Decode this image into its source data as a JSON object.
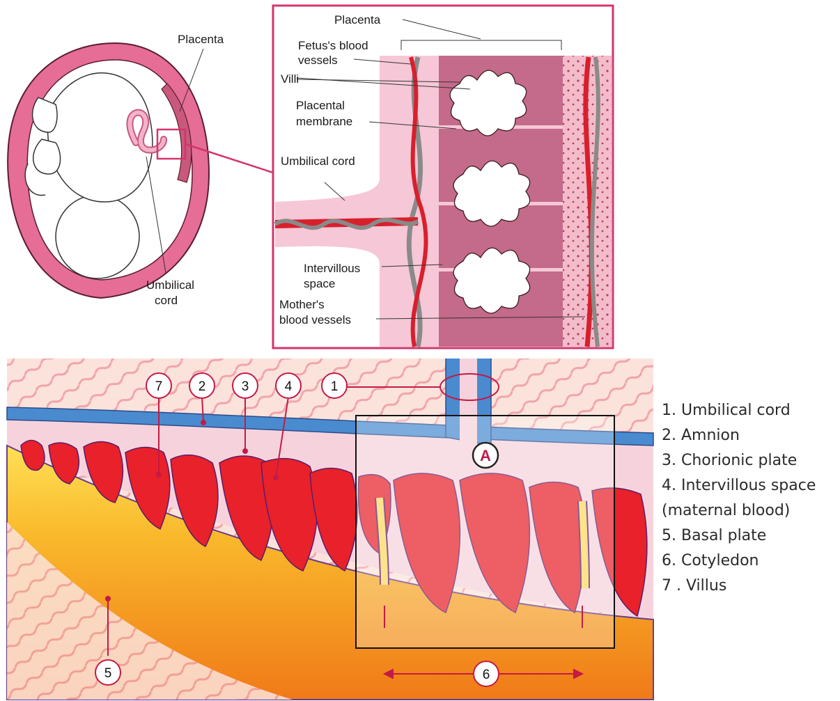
{
  "top_left_labels": {
    "placenta": "Placenta",
    "umbilical_cord_line1": "Umbilical",
    "umbilical_cord_line2": "cord"
  },
  "inset_labels": {
    "placenta": "Placenta",
    "fetus_vessels_line1": "Fetus's blood",
    "fetus_vessels_line2": "vessels",
    "villi": "Villi",
    "placental_membrane_line1": "Placental",
    "placental_membrane_line2": "membrane",
    "umbilical_cord": "Umbilical cord",
    "intervillous_line1": "Intervillous",
    "intervillous_line2": "space",
    "mothers_vessels_line1": "Mother's",
    "mothers_vessels_line2": "blood vessels"
  },
  "bottom_callouts": {
    "n1": "1",
    "n2": "2",
    "n3": "3",
    "n4": "4",
    "n5": "5",
    "n6": "6",
    "n7": "7",
    "a": "A"
  },
  "legend": [
    "1. Umbilical cord",
    "2. Amnion",
    "3. Chorionic plate",
    "4. Intervillous space",
    "(maternal blood)",
    "5. Basal plate",
    "6. Cotyledon",
    "7 . Villus"
  ],
  "colors": {
    "uterus_pink": "#e56d96",
    "inset_border": "#d4346d",
    "maternal_red": "#e8212a",
    "amnion_blue": "#4a8bd0",
    "chorion_pink": "#f6d3dc",
    "basal_orange": "#f5a11e",
    "vessel_gray": "#8a8a8a"
  }
}
